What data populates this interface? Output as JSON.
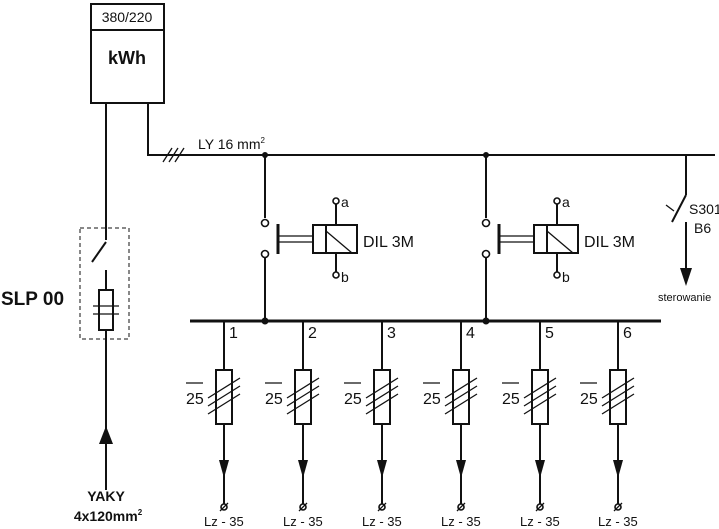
{
  "meter": {
    "voltage": "380/220",
    "unit": "kWh"
  },
  "cable_in": {
    "type": "YAKY",
    "size": "4x120mm",
    "size_sup": "2"
  },
  "main_switch": {
    "label": "SLP 00"
  },
  "busbar": {
    "label": "LY 16 mm",
    "label_sup": "2"
  },
  "contactors": [
    {
      "label": "DIL 3M",
      "terminal_a": "a",
      "terminal_b": "b"
    },
    {
      "label": "DIL 3M",
      "terminal_a": "a",
      "terminal_b": "b"
    }
  ],
  "control_breaker": {
    "name": "S301",
    "rating": "B6",
    "output": "sterowanie"
  },
  "circuits": [
    {
      "number": "1",
      "fuse": "25",
      "load": "Lz - 35"
    },
    {
      "number": "2",
      "fuse": "25",
      "load": "Lz - 35"
    },
    {
      "number": "3",
      "fuse": "25",
      "load": "Lz - 35"
    },
    {
      "number": "4",
      "fuse": "25",
      "load": "Lz - 35"
    },
    {
      "number": "5",
      "fuse": "25",
      "load": "Lz - 35"
    },
    {
      "number": "6",
      "fuse": "25",
      "load": "Lz - 35"
    }
  ]
}
